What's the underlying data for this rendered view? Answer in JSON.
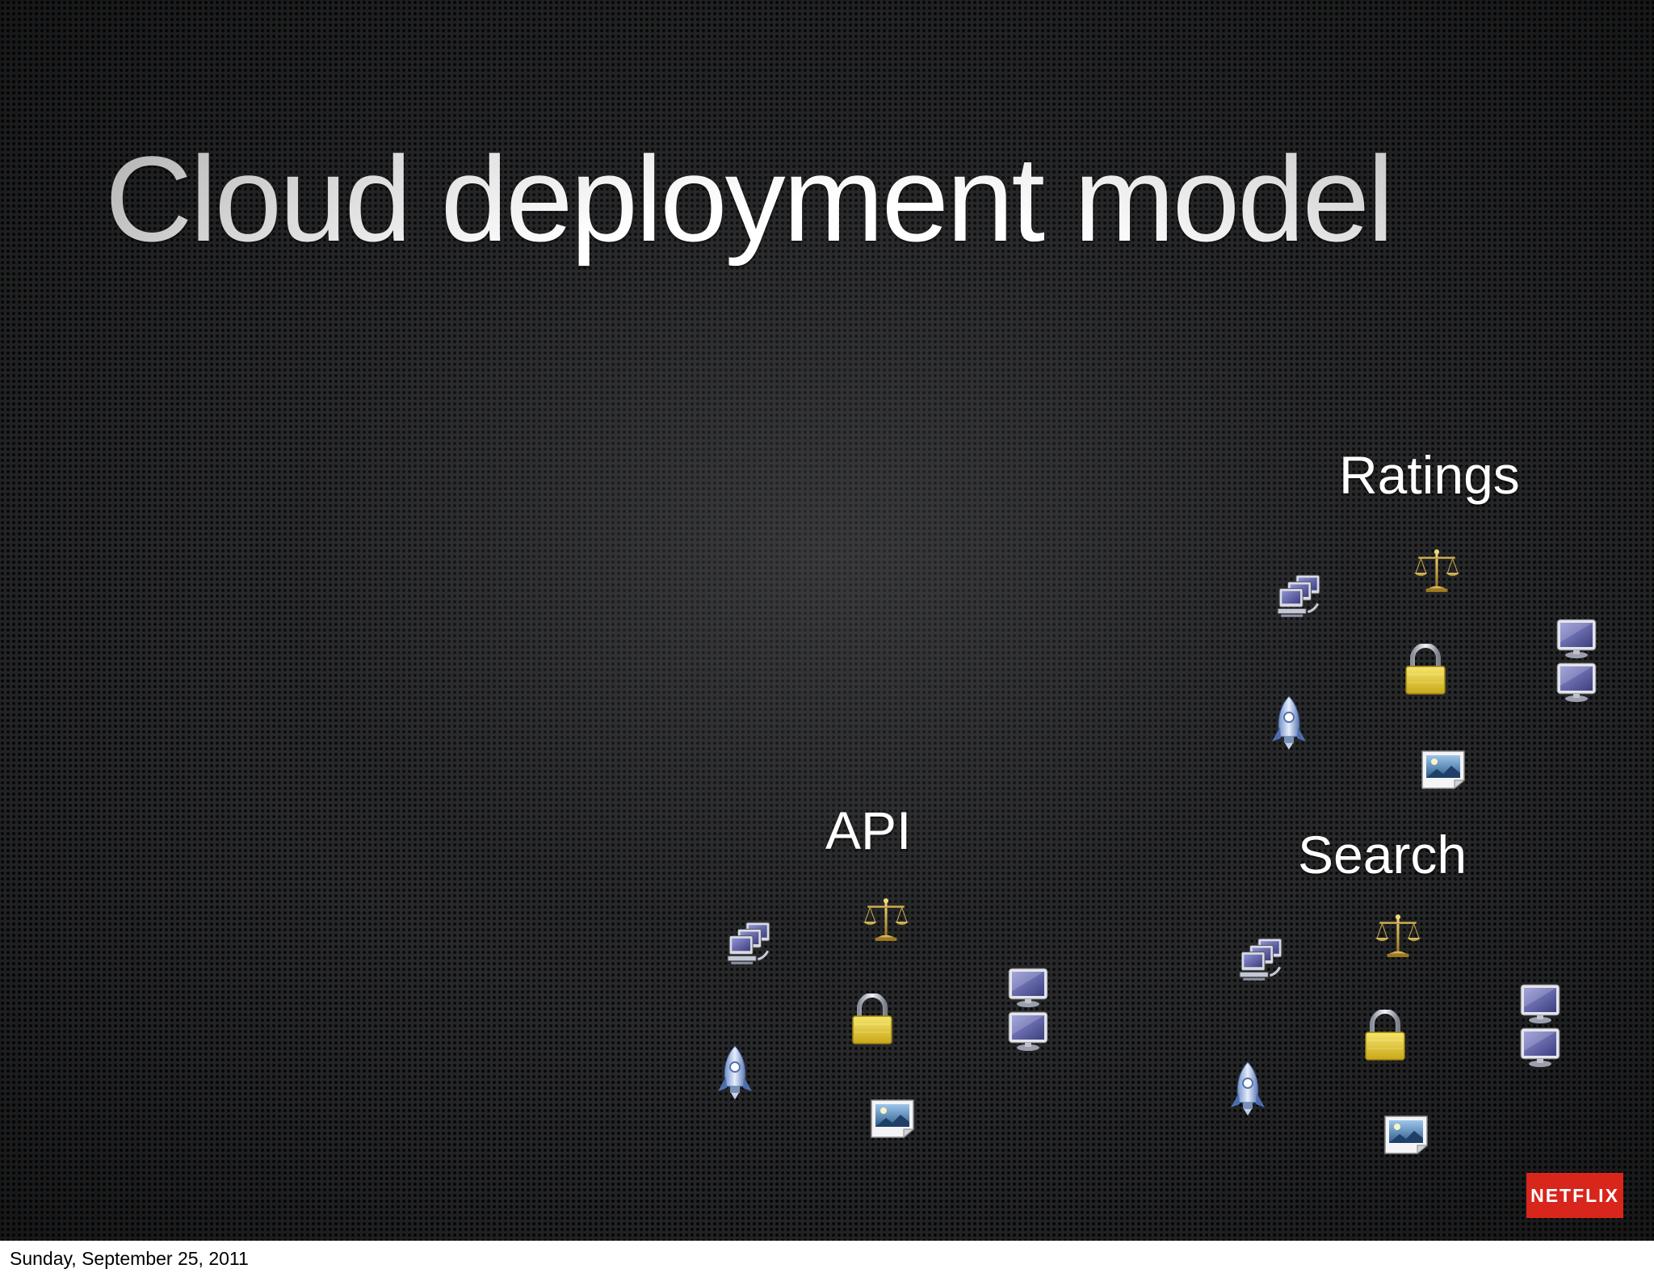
{
  "slide": {
    "title": "Cloud deployment model"
  },
  "clusters": [
    {
      "label": "Ratings",
      "icons": [
        "servers-icon",
        "scales-icon",
        "monitors-icon",
        "lock-icon",
        "rocket-icon",
        "image-file-icon"
      ]
    },
    {
      "label": "API",
      "icons": [
        "servers-icon",
        "scales-icon",
        "monitors-icon",
        "lock-icon",
        "rocket-icon",
        "image-file-icon"
      ]
    },
    {
      "label": "Search",
      "icons": [
        "servers-icon",
        "scales-icon",
        "monitors-icon",
        "lock-icon",
        "rocket-icon",
        "image-file-icon"
      ]
    }
  ],
  "logo": {
    "text": "NETFLIX",
    "color": "#d8261c"
  },
  "footer": {
    "date": "Sunday, September 25, 2011"
  },
  "colors": {
    "background": "#2a2b2d",
    "text": "#ffffff",
    "lock": "#e6cf2a",
    "scales": "#c9a848",
    "monitor": "#5a5c9e"
  }
}
